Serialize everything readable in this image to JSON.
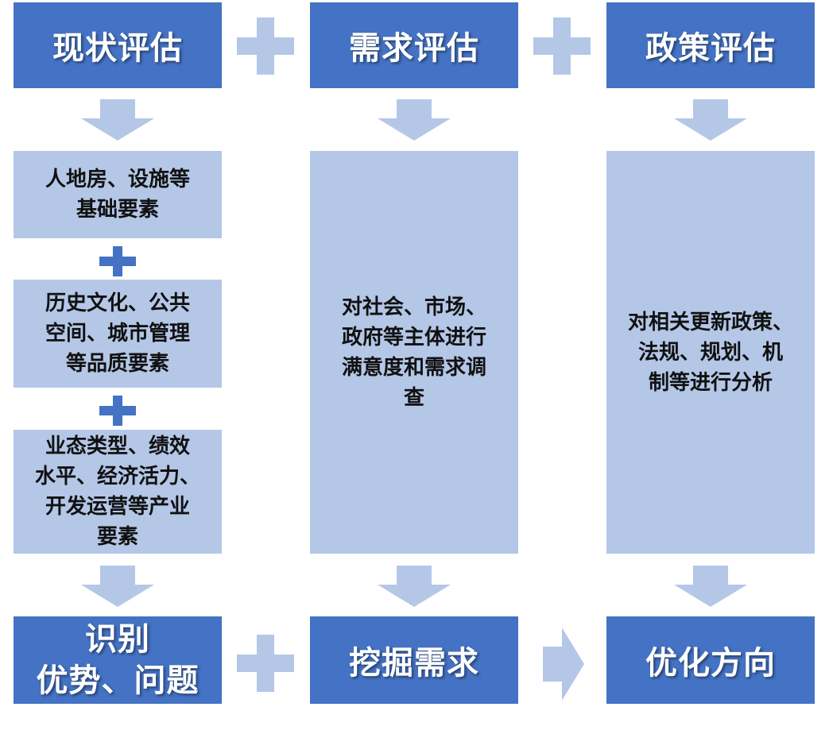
{
  "colors": {
    "dark_box": "#4472c4",
    "light_box": "#b4c7e7",
    "connector": "#b4c7e7",
    "connector_dark": "#4472c4"
  },
  "header": {
    "col1": "现状评估",
    "col2": "需求评估",
    "col3": "政策评估"
  },
  "column1": {
    "box1": [
      "人地房、设施等",
      "基础要素"
    ],
    "box2": [
      "历史文化、公共",
      "空间、城市管理",
      "等品质要素"
    ],
    "box3": [
      "业态类型、绩效",
      "水平、经济活力、",
      "开发运营等产业",
      "要素"
    ]
  },
  "column2": {
    "box": [
      "对社会、市场、",
      "政府等主体进行",
      "满意度和需求调",
      "查"
    ]
  },
  "column3": {
    "box": [
      "对相关更新政策、",
      "法规、规划、机",
      "制等进行分析"
    ]
  },
  "footer": {
    "col1": [
      "识别",
      "优势、问题"
    ],
    "col2": "挖掘需求",
    "col3": "优化方向"
  }
}
